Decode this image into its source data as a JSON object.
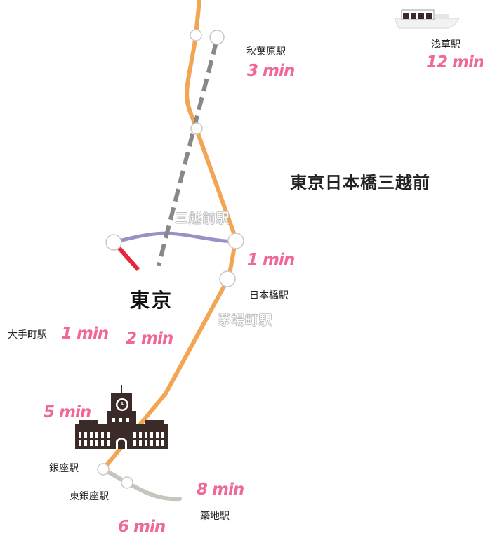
{
  "colors": {
    "ginza_line": "#f2a552",
    "hanzomon_line": "#9a90c6",
    "hibiya_line": "#c6c6be",
    "marunouchi_line": "#e6283c",
    "ginza_dashed": "#888888",
    "time_text": "#f0679a"
  },
  "icons": [
    "tokyo-station-building-icon",
    "sightseeing-boat-icon"
  ],
  "labels": {
    "headline": "東京日本橋三越前",
    "center": "東京"
  },
  "stations": {
    "akihabara": "秋葉原駅",
    "asakusa": "浅草駅",
    "mitsukoshimae": "三越前駅",
    "nihonbashi": "日本橋駅",
    "kayabacho": "茅場町駅",
    "otemachi": "大手町駅",
    "ginza": "銀座駅",
    "higashi_ginza": "東銀座駅",
    "tsukiji": "築地駅"
  },
  "times": {
    "akihabara": "3 min",
    "asakusa": "12 min",
    "mitsukoshimae": "1 min",
    "otemachi": "1 min",
    "tokyo": "2 min",
    "ginza": "5 min",
    "tsukiji": "8 min",
    "higashi_ginza": "6 min"
  }
}
